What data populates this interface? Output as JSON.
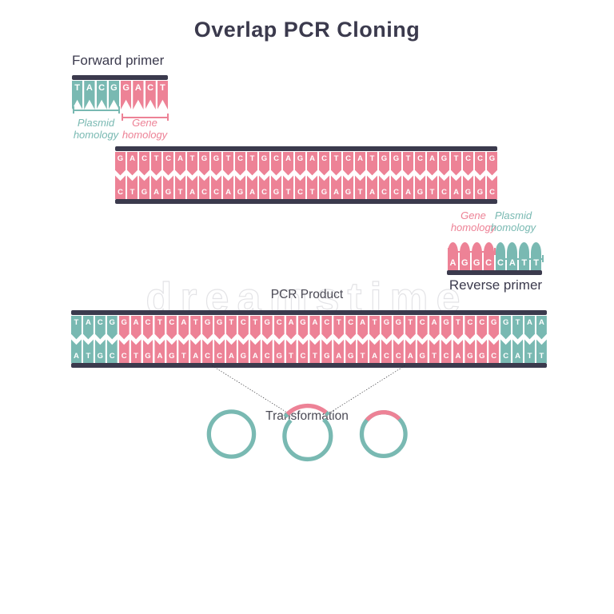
{
  "title": "Overlap PCR Cloning",
  "colors": {
    "teal": "#79b9b2",
    "pink": "#ed8296",
    "dark": "#3b3a4d",
    "gray": "#4b4a55"
  },
  "forward_primer": {
    "label": "Forward primer",
    "sequence": "TACGGACT",
    "plasmid_homology_label": "Plasmid\nhomology",
    "gene_homology_label": "Gene\nhomology"
  },
  "reverse_primer": {
    "label": "Reverse primer",
    "sequence": "AGGCCATT",
    "gene_homology_label": "Gene\nhomology",
    "plasmid_homology_label": "Plasmid\nhomology"
  },
  "template_dna": {
    "top_strand": "GACTCATGGTCTGCAGACTCATGGTCAGTCCG",
    "bottom_strand": "CTGAGTACCAGACGTCTGAGTACCAGTCAGGC"
  },
  "pcr_product": {
    "label": "PCR Product",
    "top_strand": "TACGGACTCATGGTCTGCAGACTCATGGTCAGTCCGGTAA",
    "bottom_strand": "ATGCCTGAGTACCAGACGTCTGAGTACCAGTCAGGCCATT"
  },
  "transformation_label": "Transformation",
  "watermark": "dreamstime",
  "strips": {
    "forward": {
      "sequence": "TACGGACT",
      "segments": [
        [
          0,
          4,
          "teal"
        ],
        [
          4,
          8,
          "pink"
        ]
      ]
    },
    "template_top": {
      "sequence": "GACTCATGGTCTGCAGACTCATGGTCAGTCCG",
      "segments": [
        [
          0,
          32,
          "pink"
        ]
      ]
    },
    "template_bottom": {
      "sequence": "CTGAGTACCAGACGTCTGAGTACCAGTCAGGC",
      "segments": [
        [
          0,
          32,
          "pink"
        ]
      ]
    },
    "pcr_top": {
      "sequence": "TACGGACTCATGGTCTGCAGACTCATGGTCAGTCCGGTAA",
      "segments": [
        [
          0,
          4,
          "teal"
        ],
        [
          4,
          36,
          "pink"
        ],
        [
          36,
          40,
          "teal"
        ]
      ]
    },
    "pcr_bottom": {
      "sequence": "ATGCCTGAGTACCAGACGTCTGAGTACCAGTCAGGCCATT",
      "segments": [
        [
          0,
          4,
          "teal"
        ],
        [
          4,
          36,
          "pink"
        ],
        [
          36,
          40,
          "teal"
        ]
      ]
    },
    "reverse": {
      "sequence": "AGGCCATT",
      "segments": [
        [
          0,
          4,
          "pink"
        ],
        [
          4,
          8,
          "teal"
        ]
      ]
    }
  }
}
